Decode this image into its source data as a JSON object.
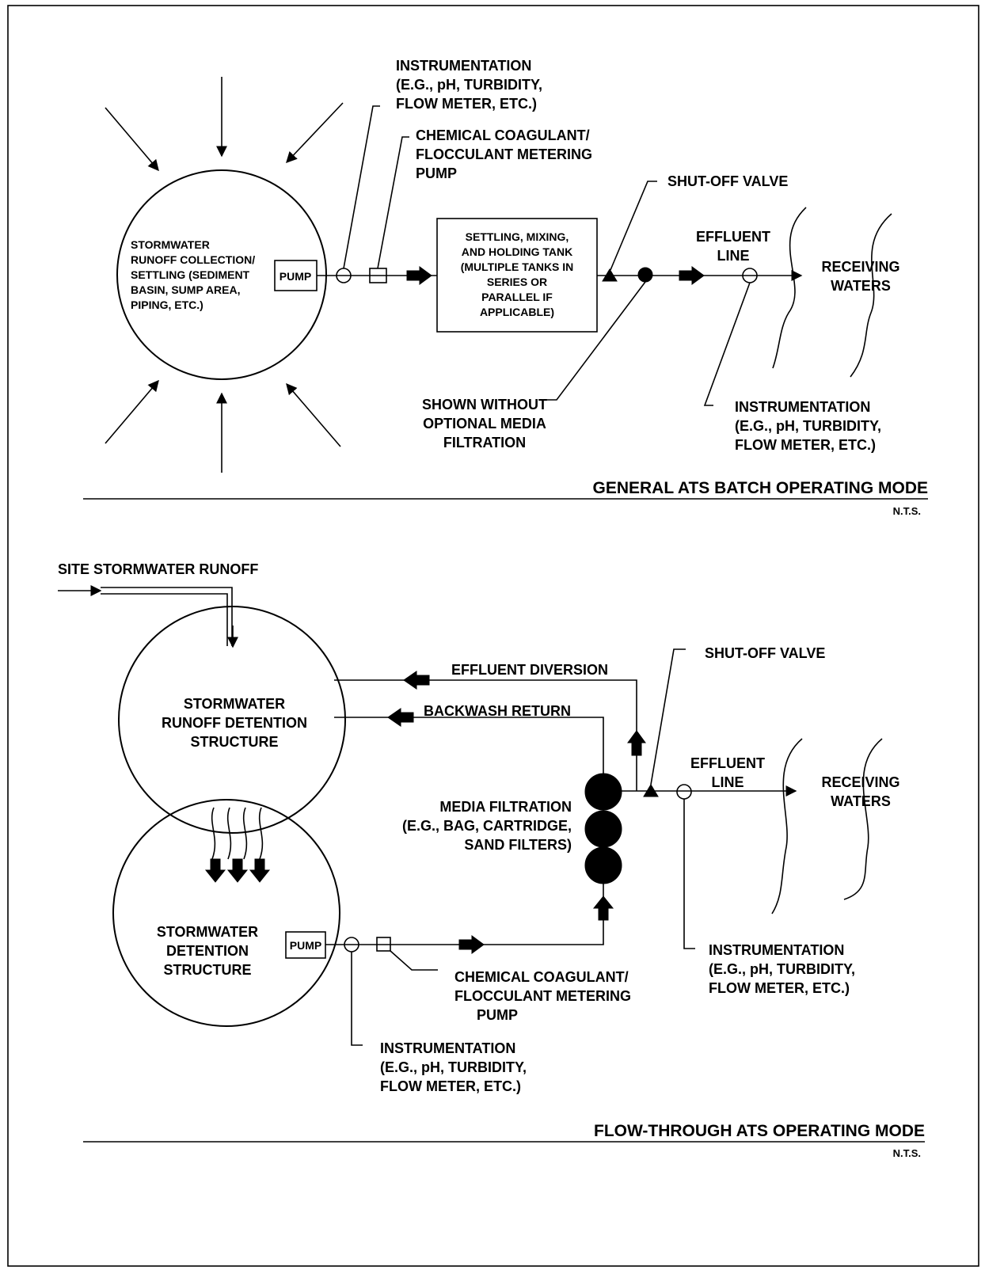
{
  "batch": {
    "collection_text": [
      "STORMWATER",
      "RUNOFF COLLECTION/",
      "SETTLING (SEDIMENT",
      "BASIN, SUMP AREA,",
      "PIPING, ETC.)"
    ],
    "pump": "PUMP",
    "instrumentation_top": [
      "INSTRUMENTATION",
      "(E.G., pH, TURBIDITY,",
      "FLOW METER, ETC.)"
    ],
    "chemical_pump": [
      "CHEMICAL COAGULANT/",
      "FLOCCULANT METERING",
      "PUMP"
    ],
    "tank": [
      "SETTLING, MIXING,",
      "AND HOLDING TANK",
      "(MULTIPLE TANKS IN",
      "SERIES OR",
      "PARALLEL IF",
      "APPLICABLE)"
    ],
    "shutoff_valve": "SHUT-OFF VALVE",
    "effluent_line": [
      "EFFLUENT",
      "LINE"
    ],
    "receiving_waters": [
      "RECEIVING",
      "WATERS"
    ],
    "media_note": [
      "SHOWN WITHOUT",
      "OPTIONAL MEDIA",
      "FILTRATION"
    ],
    "instrumentation_bottom": [
      "INSTRUMENTATION",
      "(E.G., pH, TURBIDITY,",
      "FLOW METER, ETC.)"
    ],
    "title": "GENERAL ATS BATCH OPERATING MODE",
    "scale": "N.T.S."
  },
  "flow": {
    "site_runoff": "SITE STORMWATER RUNOFF",
    "detention_top": [
      "STORMWATER",
      "RUNOFF DETENTION",
      "STRUCTURE"
    ],
    "effluent_diversion": "EFFLUENT DIVERSION",
    "backwash_return": "BACKWASH RETURN",
    "shutoff_valve": "SHUT-OFF VALVE",
    "effluent_line": [
      "EFFLUENT",
      "LINE"
    ],
    "receiving_waters": [
      "RECEIVING",
      "WATERS"
    ],
    "media_filtration": [
      "MEDIA FILTRATION",
      "(E.G., BAG, CARTRIDGE,",
      "SAND FILTERS)"
    ],
    "detention_bottom": [
      "STORMWATER",
      "DETENTION",
      "STRUCTURE"
    ],
    "pump": "PUMP",
    "chemical_pump": [
      "CHEMICAL COAGULANT/",
      "FLOCCULANT METERING",
      "PUMP"
    ],
    "instrumentation_right": [
      "INSTRUMENTATION",
      "(E.G., pH, TURBIDITY,",
      "FLOW METER, ETC.)"
    ],
    "instrumentation_bottom": [
      "INSTRUMENTATION",
      "(E.G., pH, TURBIDITY,",
      "FLOW METER, ETC.)"
    ],
    "title": "FLOW-THROUGH ATS OPERATING MODE",
    "scale": "N.T.S."
  }
}
